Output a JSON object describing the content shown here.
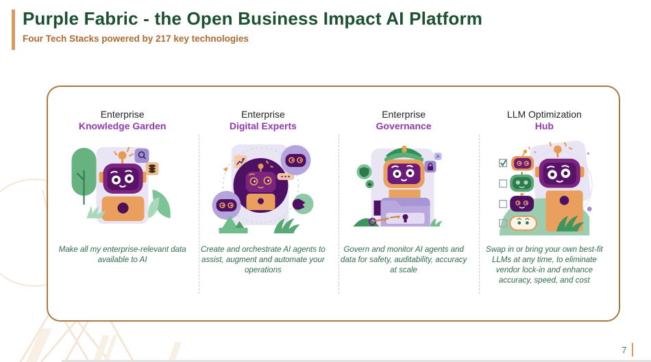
{
  "slide": {
    "title": "Purple Fabric - the Open Business Impact AI Platform",
    "subtitle": "Four Tech Stacks powered by 217 key technologies",
    "page_number": "7"
  },
  "colors": {
    "title_green": "#1b5130",
    "subtitle_brown": "#b06a31",
    "accent_bar_tan": "#d89a62",
    "card_border_tan": "#a9783f",
    "stack_title_purple": "#9239ae",
    "caption_green": "#2d6b49",
    "divider_gray": "#c9c9c9",
    "illustration_purple": "#7b2581",
    "illustration_dark_purple": "#4e1062",
    "illustration_orange": "#eb9f5e",
    "illustration_green": "#57a874",
    "illustration_lavender": "#e9e5f4"
  },
  "stacks": [
    {
      "title_line1": "Enterprise",
      "title_line2": "Knowledge Garden",
      "caption": "Make all my enterprise-relevant data available to AI",
      "illustration": "robot-in-knowledge-garden"
    },
    {
      "title_line1": "Enterprise",
      "title_line2": "Digital Experts",
      "caption": "Create and orchestrate AI agents to assist, augment and automate your operations",
      "illustration": "robot-agents-orchestration"
    },
    {
      "title_line1": "Enterprise",
      "title_line2": "Governance",
      "caption": "Govern and monitor AI agents and data for safety, auditability, accuracy at scale",
      "illustration": "robot-police-with-locked-folder"
    },
    {
      "title_line1": "LLM Optimization",
      "title_line2": "Hub",
      "caption": "Swap in or bring your own best-fit LLMs at any time, to eliminate vendor lock-in and enhance accuracy, speed, and cost",
      "illustration": "llm-checklist-robots"
    }
  ]
}
